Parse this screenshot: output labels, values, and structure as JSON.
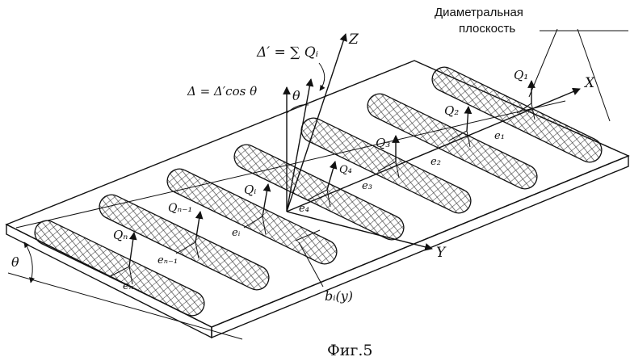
{
  "labels": {
    "diametral_line1": "Диаметральная",
    "diametral_line2": "плоскость",
    "delta_prime": "Δ′ = ∑ Qᵢ",
    "delta": "Δ = Δ′cos θ",
    "theta_top": "θ",
    "theta_left": "θ",
    "axis_x": "X",
    "axis_y": "Y",
    "axis_z": "Z",
    "caption": "Фиг.5",
    "width_label": "bᵢ(y)"
  },
  "forces": [
    {
      "q": "Q₁",
      "e": "e₁"
    },
    {
      "q": "Q₂",
      "e": "e₂"
    },
    {
      "q": "Q₃",
      "e": "e₃"
    },
    {
      "q": "Q₄",
      "e": "e₄"
    },
    {
      "q": "Qᵢ",
      "e": "eᵢ"
    },
    {
      "q": "Qₙ₋₁",
      "e": "eₙ₋₁"
    },
    {
      "q": "Qₙ",
      "e": "eₙ"
    }
  ]
}
